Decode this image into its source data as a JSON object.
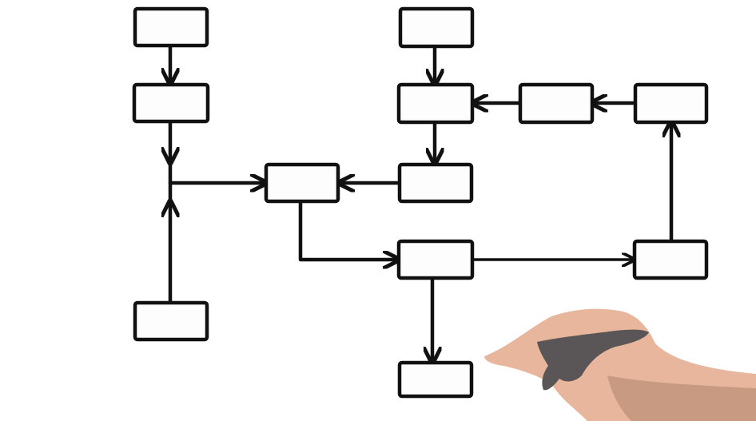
{
  "diagram": {
    "type": "flowchart",
    "nodes": [
      {
        "id": "n1",
        "label": ""
      },
      {
        "id": "n2",
        "label": ""
      },
      {
        "id": "n3",
        "label": ""
      },
      {
        "id": "n4",
        "label": ""
      },
      {
        "id": "n5",
        "label": ""
      },
      {
        "id": "n6",
        "label": ""
      },
      {
        "id": "n7",
        "label": ""
      },
      {
        "id": "n8",
        "label": ""
      },
      {
        "id": "n9",
        "label": ""
      },
      {
        "id": "n10",
        "label": ""
      },
      {
        "id": "n11",
        "label": ""
      }
    ],
    "edges": [
      {
        "from": "n1",
        "to": "n2"
      },
      {
        "from": "n2",
        "to": "n4"
      },
      {
        "from": "n3",
        "to": "n4"
      },
      {
        "from": "n5",
        "to": "n6"
      },
      {
        "from": "n7",
        "to": "n6"
      },
      {
        "from": "n8",
        "to": "n7"
      },
      {
        "from": "n6",
        "to": "n9"
      },
      {
        "from": "n9",
        "to": "n4"
      },
      {
        "from": "n4",
        "to": "n10"
      },
      {
        "from": "n10",
        "to": "n11"
      },
      {
        "from": "n10",
        "to": "n12"
      },
      {
        "from": "n12",
        "to": "n8"
      }
    ]
  },
  "colors": {
    "stroke": "#111111",
    "box_fill": "#fdfdfd",
    "background": "#ffffff",
    "hand_skin": "#e8b69c",
    "hand_shadow": "#c99a82",
    "marker": "#5a5556"
  },
  "illustration": {
    "icon": "hand-holding-marker-icon"
  }
}
